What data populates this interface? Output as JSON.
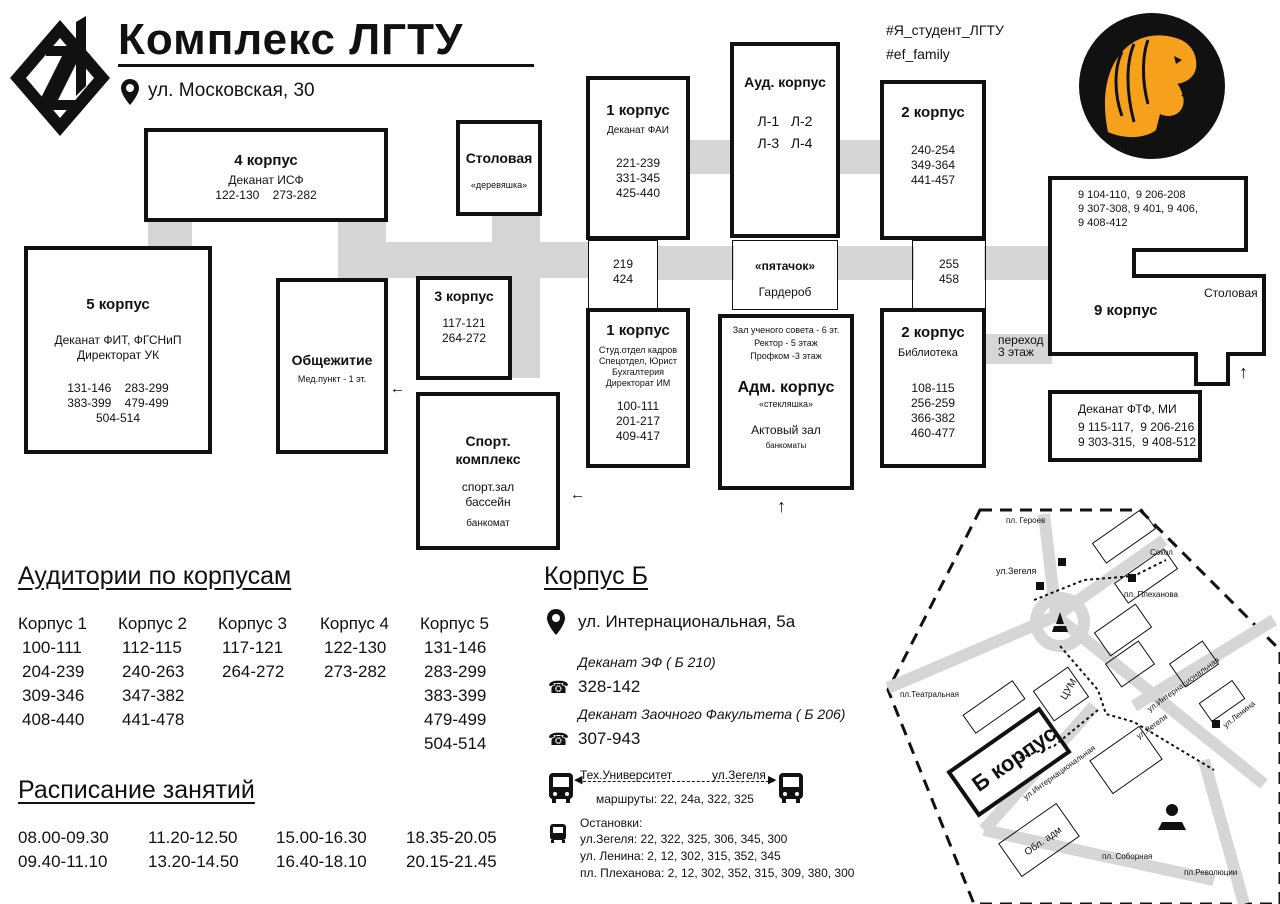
{
  "header": {
    "title": "Комплекс ЛГТУ",
    "address": "ул. Московская, 30",
    "hashtags": [
      "#Я_студент_ЛГТУ",
      "#ef_family"
    ]
  },
  "buildings": {
    "b4": {
      "title": "4 корпус",
      "sub": "Деканат ИСФ",
      "rooms": "122-130    273-282"
    },
    "canteen": {
      "title": "Столовая",
      "sub": "«деревяшка»"
    },
    "b5": {
      "title": "5 корпус",
      "sub": "Деканат ФИТ, ФГСНиП\nДиректорат УК",
      "rooms": "131-146    283-299\n383-399    479-499\n504-514"
    },
    "dorm": {
      "title": "Общежитие",
      "sub": "Мед.пункт - 1 эт."
    },
    "b3": {
      "title": "3 корпус",
      "rooms": "117-121\n264-272"
    },
    "sport": {
      "title": "Спорт.\nкомплекс",
      "sub": "спорт.зал\nбассейн",
      "sub2": "банкомат"
    },
    "b1top": {
      "title": "1 корпус",
      "sub": "Деканат ФАИ",
      "rooms": "221-239\n331-345\n425-440"
    },
    "aud": {
      "title": "Ауд. корпус",
      "rooms": "Л-1   Л-2\nЛ-3   Л-4"
    },
    "b2top": {
      "title": "2 корпус",
      "rooms": "240-254\n349-364\n441-457"
    },
    "link1": "219\n424",
    "pyatachok": {
      "title": "«пятачок»",
      "sub": "Гардероб"
    },
    "link2": "255\n458",
    "b1bot": {
      "title": "1 корпус",
      "sub": "Студ.отдел кадров\nСпецотдел, Юрист\nБухгалтерия\nДиректорат ИМ",
      "rooms": "100-111\n201-217\n409-417"
    },
    "adm": {
      "top": "Зал ученого совета - 6 эт.\nРектор - 5 этаж\nПрофком -3 этаж",
      "title": "Адм. корпус",
      "sub": "«стекляшка»",
      "hall": "Актовый зал",
      "atm": "банкоматы"
    },
    "b2bot": {
      "title": "2 корпус",
      "sub": "Библиотека",
      "rooms": "108-115\n256-259\n366-382\n460-477"
    },
    "passage": "переход\n3 этаж",
    "b9": {
      "top": "9 104-110,  9 206-208\n9 307-308, 9 401, 9 406,\n9 408-412",
      "title": "9 корпус",
      "canteen": "Столовая",
      "dean": "Деканат ФТФ, МИ",
      "rooms": "9 115-117,  9 206-216\n9 303-315,  9 408-512"
    }
  },
  "auditoriums": {
    "heading": "Аудитории по корпусам",
    "columns": [
      {
        "name": "Корпус 1",
        "rooms": "100-111\n204-239\n309-346\n408-440"
      },
      {
        "name": "Корпус 2",
        "rooms": "112-115\n240-263\n347-382\n441-478"
      },
      {
        "name": "Корпус 3",
        "rooms": "117-121\n264-272"
      },
      {
        "name": "Корпус 4",
        "rooms": "122-130\n273-282"
      },
      {
        "name": "Корпус 5",
        "rooms": "131-146\n283-299\n383-399\n479-499\n504-514"
      }
    ]
  },
  "schedule": {
    "heading": "Расписание занятий",
    "slots": [
      "08.00-09.30",
      "11.20-12.50",
      "15.00-16.30",
      "18.35-20.05",
      "09.40-11.10",
      "13.20-14.50",
      "16.40-18.10",
      "20.15-21.45"
    ]
  },
  "korpus_b": {
    "heading": "Корпус Б",
    "address": "ул. Интернациональная, 5а",
    "dean1_label": "Деканат ЭФ ( Б 210)",
    "dean1_phone": "328-142",
    "dean2_label": "Деканат Заочного Факультета ( Б 206)",
    "dean2_phone": "307-943",
    "route_from": "Тех.Университет",
    "route_to": "ул.Зегеля",
    "routes": "маршруты: 22, 24а, 322, 325",
    "stops_heading": "Остановки:",
    "stops": [
      "ул.Зегеля: 22, 322, 325, 306, 345, 300",
      "ул. Ленина: 2, 12, 302, 315, 352, 345",
      "пл. Плеханова: 2, 12, 302, 352, 315, 309, 380, 300"
    ]
  },
  "mini_map": {
    "labels": {
      "geroev": "пл. Героев",
      "zegelya": "ул.Зегеля",
      "sokol": "Сокол",
      "plekhanova": "пл. Плеханова",
      "teatr": "пл.Театральная",
      "tsum": "ЦУМ",
      "lenina": "ул.Ленина",
      "internats": "ул.Интернациональная",
      "zegelya2": "ул.Зегеля",
      "internats2": "ул.Интернациональная",
      "b_korpus": "Б корпус",
      "obl_adm": "Обл. адм",
      "sobornaya": "пл. Соборная",
      "revolyutsii": "пл.Революции"
    }
  },
  "colors": {
    "accent": "#f5a11c",
    "ink": "#111111",
    "connector": "#d6d6d6"
  }
}
